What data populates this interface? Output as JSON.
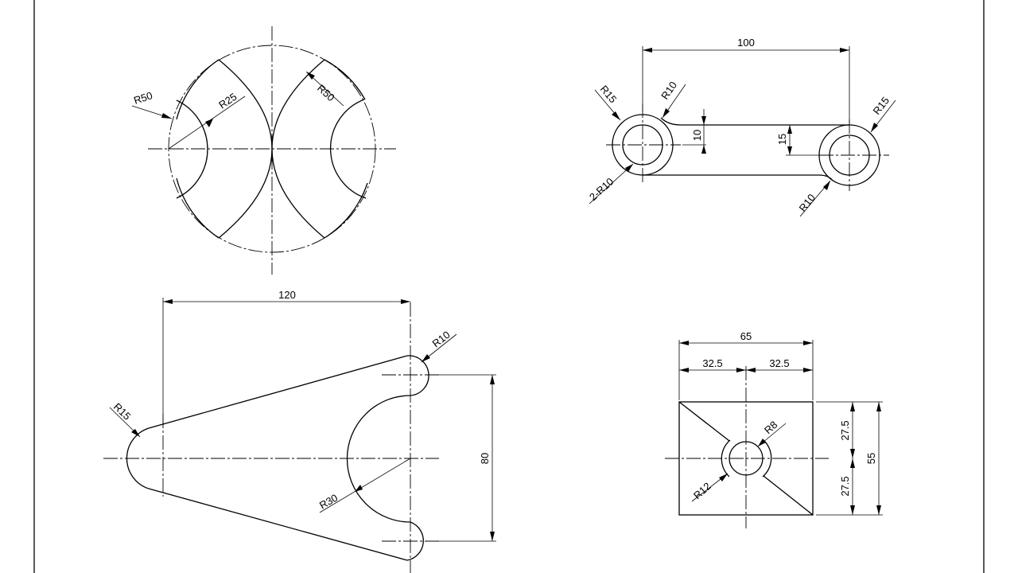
{
  "colors": {
    "background": "#ffffff",
    "line": "#000000"
  },
  "views": {
    "circle_arcs": {
      "dims": [
        "R50",
        "R25",
        "R50"
      ]
    },
    "link": {
      "dims": [
        "100",
        "R15",
        "R10",
        "R15",
        "10",
        "15",
        "2-R10",
        "R10"
      ]
    },
    "fork": {
      "dims": [
        "120",
        "R10",
        "R15",
        "80",
        "R30"
      ]
    },
    "block": {
      "dims": [
        "65",
        "32.5",
        "32.5",
        "R8",
        "27.5",
        "55",
        "27.5",
        "R12"
      ]
    }
  }
}
